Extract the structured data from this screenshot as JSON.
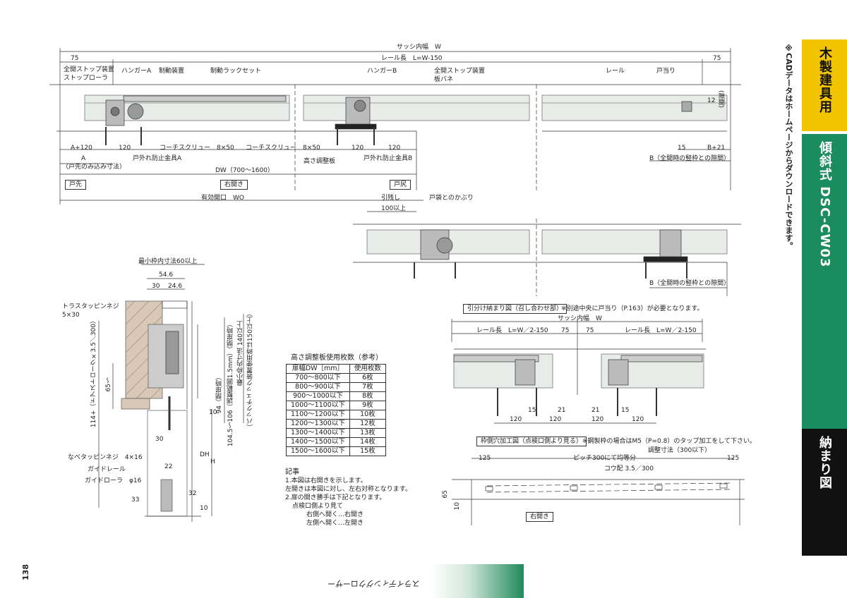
{
  "page_number": "138",
  "footer_text": "スライディングクローザー",
  "side_note": "※CADデータはホームページからダウンロードできます。",
  "tabs": [
    {
      "label": "木製建具用",
      "bg": "#f2c400",
      "color": "#111"
    },
    {
      "label": "傾斜式 DSC-CW03",
      "bg": "#1a8c5e",
      "color": "#ffffff"
    },
    {
      "label": "納まり図",
      "bg": "#111111",
      "color": "#ffffff"
    }
  ],
  "top_labels": {
    "sash_width": "サッシ内幅　W",
    "rail_length": "レール長　L=W-150",
    "dim_75_left": "75",
    "dim_75_right": "75",
    "full_open_stop": "全開ストップ装置",
    "stop_roller": "ストップローラ",
    "hanger_a": "ハンガーA",
    "brake_device": "制動装置",
    "brake_rack_set": "制動ラックセット",
    "hanger_b": "ハンガーB",
    "full_open_stop_2": "全開ストップ装置",
    "leaf_spring": "板バネ",
    "rail": "レール",
    "door_stop": "戸当り",
    "dim_12": "12",
    "crack": "(隙間)",
    "dim_a120": "A+120",
    "dim_120a": "120",
    "coach_screw_1": "コーチスクリュー　8×50",
    "coach_screw_2": "コーチスクリュー　8×50",
    "dim_120b": "120",
    "dim_120c": "120",
    "dim_15": "15",
    "dim_b21": "B+21",
    "door_off_a": "戸外れ防止金具A",
    "door_off_b": "戸外れ防止金具B",
    "b_gap": "B（全開時の竪枠との隙間）",
    "dim_a": "A",
    "door_tip_note": "（戸先のみ込み寸法）",
    "height_plate": "高さ調整板",
    "dw_range": "DW（700〜1600）",
    "door_tip": "戸先",
    "right_open": "右開き",
    "door_end": "戸尻",
    "effective_open": "有効開口　WO",
    "pull_margin": "引残し",
    "pocket_overlap": "戸袋とのかぶり",
    "dim_100": "100以上",
    "b_gap_2": "B（全開時の竪枠との隙間）"
  },
  "section": {
    "min_frame": "最小枠内寸法60以上",
    "dim_546": "54.6",
    "dim_30": "30",
    "dim_246": "24.6",
    "truss_screw": "トラスタッピンネジ",
    "truss_size": "5×30",
    "door_stroke": "114+（ドアストローク×3.5／300）",
    "dim_65": "65〜",
    "dim_94": "94（閉扉時）",
    "dim_1045": "104.5〜106（調整範囲1.5mm）（閉扉時）",
    "min_frame_140": "最小枠内寸法 140以上",
    "backcheck_note": "（バックチェック装置使用時は150以上）",
    "dim_10a": "10",
    "dim_30b": "30",
    "dim_dh": "DH",
    "dim_h": "H",
    "flat_screw": "なべタッピンネジ　4×16",
    "guide_rail": "ガイドレール",
    "guide_roller": "ガイドローラ　φ16",
    "dim_22": "22",
    "dim_33": "33",
    "dim_32": "32",
    "dim_10b": "10"
  },
  "ref_table": {
    "title": "高さ調整板使用枚数（参考）",
    "headers": [
      "扉幅DW［mm］",
      "使用枚数"
    ],
    "rows": [
      [
        "700〜800以下",
        "6枚"
      ],
      [
        "800〜900以下",
        "7枚"
      ],
      [
        "900〜1000以下",
        "8枚"
      ],
      [
        "1000〜1100以下",
        "9枚"
      ],
      [
        "1100〜1200以下",
        "10枚"
      ],
      [
        "1200〜1300以下",
        "12枚"
      ],
      [
        "1300〜1400以下",
        "13枚"
      ],
      [
        "1400〜1500以下",
        "14枚"
      ],
      [
        "1500〜1600以下",
        "15枚"
      ]
    ]
  },
  "notes": {
    "title": "記事",
    "lines": [
      "1.本図は右開きを示します。",
      "左開きは本図に対し、左右対称となります。",
      "2.扉の開き勝手は下記となります。",
      "点検口側より見て",
      "右側へ開く…右開き",
      "左側へ開く…左開き"
    ]
  },
  "split": {
    "title": "引分け納まり図（召し合わせ部）",
    "note": "※別途中央に戸当り（P.163）が必要となります。",
    "sash_width": "サッシ内幅　W",
    "rail_left": "レール長　L=W／2-150",
    "rail_right": "レール長　L=W／2-150",
    "dim_75a": "75",
    "dim_75b": "75",
    "dim_15a": "15",
    "dim_21a": "21",
    "dim_21b": "21",
    "dim_15b": "15",
    "dim_120a": "120",
    "dim_120b": "120",
    "dim_120c": "120",
    "dim_120d": "120"
  },
  "frame_hole": {
    "title": "枠側穴加工図（点検口側より見る）",
    "note": "※鋼製枠の場合はM5（P=0.8）のタップ加工をして下さい。",
    "adjust": "調整寸法（300以下）",
    "dim_125a": "125",
    "pitch": "ピッチ300にて均等分",
    "dim_125b": "125",
    "slope": "コウ配 3.5／300",
    "dim_65": "65",
    "dim_10": "10",
    "right_open": "右開き"
  }
}
